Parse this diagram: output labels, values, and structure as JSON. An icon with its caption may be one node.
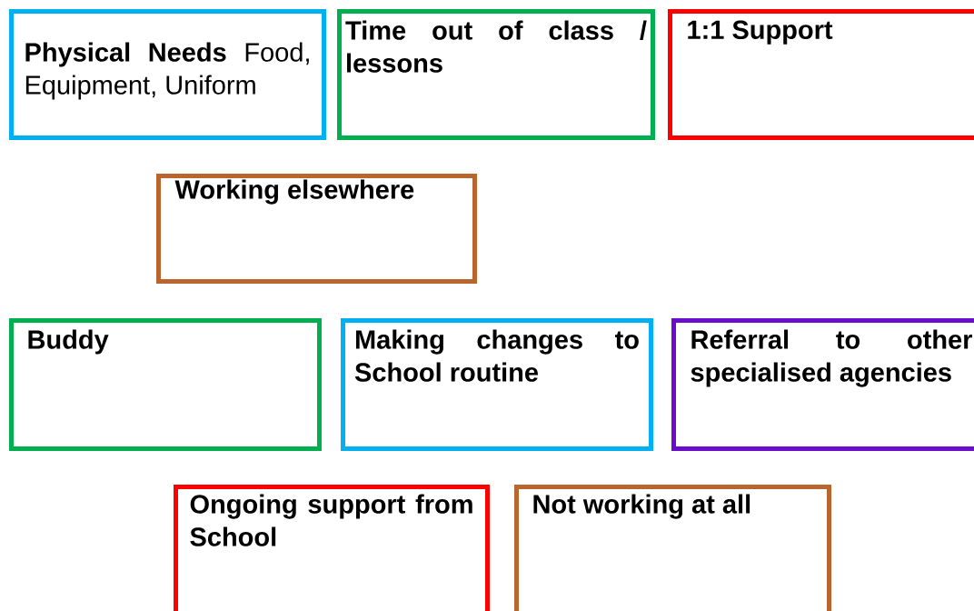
{
  "diagram": {
    "nodes": [
      {
        "text": [
          "**Physical Needs** Food, Equipment, Uniform"
        ]
      },
      {
        "text": [
          "Time out of class / lessons"
        ]
      },
      {
        "text": [
          "1:1 Support"
        ]
      },
      {
        "text": [
          "Working elsewhere"
        ]
      },
      {
        "text": [
          "Buddy"
        ]
      },
      {
        "text": [
          "Making changes to School routine"
        ]
      },
      {
        "text": [
          "Referral to other specialised agencies"
        ]
      },
      {
        "text": [
          "Ongoing support from School"
        ]
      },
      {
        "text": [
          "Not working at all"
        ]
      }
    ]
  }
}
